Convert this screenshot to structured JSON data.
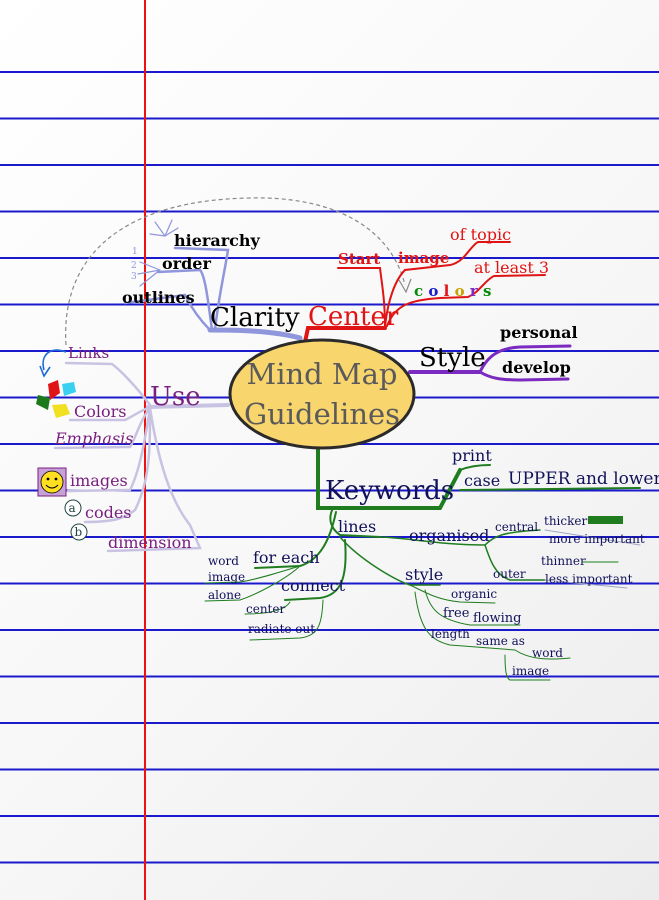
{
  "center": {
    "line1": "Mind Map",
    "line2": "Guidelines"
  },
  "branches": {
    "clarity": {
      "label": "Clarity",
      "hierarchy": "hierarchy",
      "order": "order",
      "outlines": "outlines",
      "order_digits": [
        "1",
        "2",
        "3"
      ]
    },
    "center": {
      "label": "Center",
      "start": "Start",
      "image": "image",
      "of_topic": "of topic",
      "at_least_3": "at least 3",
      "colors": [
        "c",
        "o",
        "l",
        "o",
        "r",
        "s"
      ]
    },
    "style": {
      "label": "Style",
      "personal": "personal",
      "develop": "develop"
    },
    "use": {
      "label": "Use",
      "links": "Links",
      "colors": "Colors",
      "emphasis": "Emphasis",
      "images": "images",
      "codes": "codes",
      "dimension": "dimension",
      "code_a": "a",
      "code_b": "b"
    },
    "keywords": {
      "label": "Keywords",
      "print": "print",
      "case": "case",
      "upper_lower": "UPPER and lower",
      "lines": "lines",
      "organised": "organised",
      "central": "central",
      "thicker": "thicker",
      "more_important": "more important",
      "outer": "outer",
      "thinner": "thinner",
      "less_important": "less important",
      "style": "style",
      "organic": "organic",
      "free": "free",
      "flowing": "flowing",
      "length": "length",
      "same_as": "same as",
      "word": "word",
      "image": "image",
      "for_each": "for each",
      "fe_word": "word",
      "fe_image": "image",
      "fe_alone": "alone",
      "connect": "connect",
      "conn_center": "center",
      "radiate_out": "radiate out"
    }
  },
  "colors": {
    "paper_rule": "#1a1acc",
    "margin": "#ee1111",
    "clarity": "#8f96dc",
    "center": "#e01414",
    "style": "#7b2bbf",
    "use": "#c8c3e2",
    "keywords": "#1f7d1f",
    "ellipse_fill": "#f9d56e",
    "text_dark": "#11115a",
    "text_purple": "#7a1f80"
  }
}
